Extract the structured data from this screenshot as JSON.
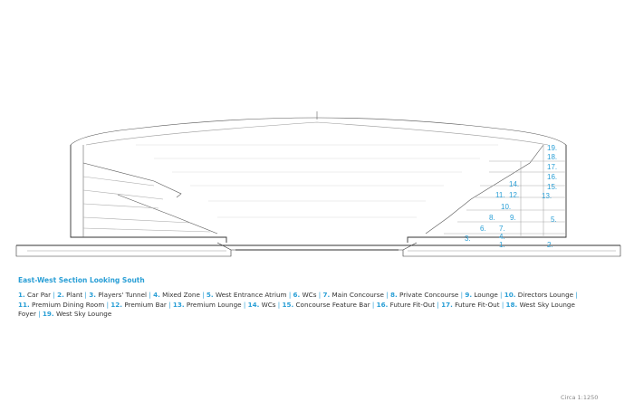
{
  "diagram": {
    "section_title": "East-West Section Looking South",
    "scale_note": "Circa 1:1250",
    "accent_color": "#2a9fd6",
    "legend": [
      {
        "number": "1.",
        "label": "Car Par"
      },
      {
        "number": "2.",
        "label": "Plant"
      },
      {
        "number": "3.",
        "label": "Players' Tunnel"
      },
      {
        "number": "4.",
        "label": "Mixed Zone"
      },
      {
        "number": "5.",
        "label": "West Entrance Atrium"
      },
      {
        "number": "6.",
        "label": "WCs"
      },
      {
        "number": "7.",
        "label": "Main Concourse"
      },
      {
        "number": "8.",
        "label": "Private Concourse"
      },
      {
        "number": "9.",
        "label": "Lounge"
      },
      {
        "number": "10.",
        "label": "Directors Lounge"
      },
      {
        "number": "11.",
        "label": "Premium Dining Room"
      },
      {
        "number": "12.",
        "label": "Premium Bar"
      },
      {
        "number": "13.",
        "label": "Premium Lounge"
      },
      {
        "number": "14.",
        "label": "WCs"
      },
      {
        "number": "15.",
        "label": "Concourse Feature Bar"
      },
      {
        "number": "16.",
        "label": "Future Fit-Out"
      },
      {
        "number": "17.",
        "label": "Future Fit-Out"
      },
      {
        "number": "18.",
        "label": "West Sky Lounge Foyer"
      },
      {
        "number": "19.",
        "label": "West Sky Lounge"
      }
    ],
    "callouts": [
      "1.",
      "2.",
      "3.",
      "4.",
      "5.",
      "6.",
      "7.",
      "8.",
      "9.",
      "10.",
      "11.",
      "12.",
      "13.",
      "14.",
      "15.",
      "16.",
      "17.",
      "18.",
      "19."
    ]
  }
}
